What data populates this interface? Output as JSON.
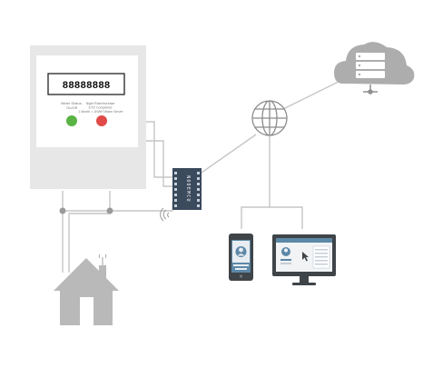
{
  "meter": {
    "display": "88888888",
    "left_indicator": [
      "Meter Status",
      "On/Off"
    ],
    "right_indicator": [
      "Night Rate/Increase",
      "ETO Completed",
      "1 Month = 1KWH Warm Server"
    ],
    "left_indicator_color": "#59b443",
    "right_indicator_color": "#e04a48"
  },
  "module": {
    "label": "NODEMCU"
  },
  "colors": {
    "line": "#c6c6c6",
    "meter_body": "#e7e7e7",
    "house": "#b9b9b9",
    "cloud": "#adadad",
    "device_dark": "#3f4448",
    "device_screen": "#5d88a8"
  },
  "icons": [
    "cloud-server-icon",
    "globe-icon",
    "house-icon",
    "smartphone-icon",
    "monitor-icon",
    "wireless-signal-icon"
  ]
}
